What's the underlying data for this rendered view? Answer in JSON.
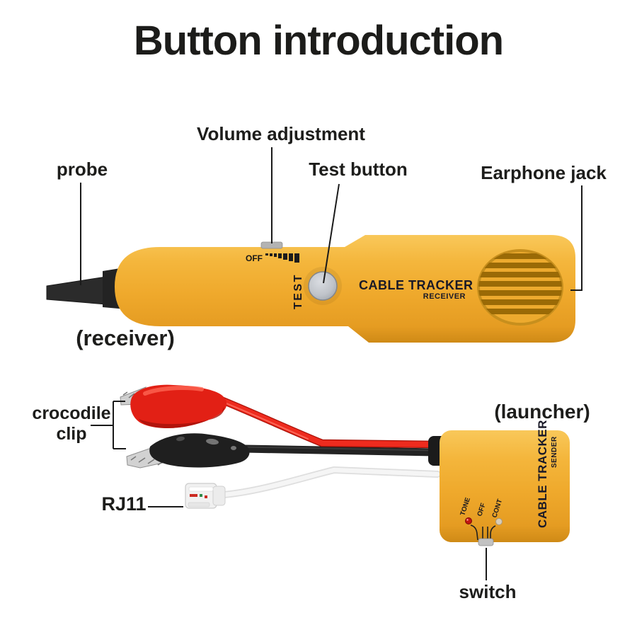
{
  "title": "Button introduction",
  "colors": {
    "device_yellow": "#efa92c",
    "clip_red": "#e6241a",
    "label_ink": "#1d1d1b",
    "print_ink": "#191927"
  },
  "receiver": {
    "label_probe": "probe",
    "label_volume": "Volume adjustment",
    "label_test": "Test button",
    "label_earphone": "Earphone jack",
    "caption": "(receiver)",
    "print_off": "OFF",
    "print_test": "TEST",
    "print_brand": "CABLE TRACKER",
    "print_model": "RECEIVER"
  },
  "sender": {
    "label_crocodile_1": "crocodile",
    "label_crocodile_2": "clip",
    "label_rj11": "RJ11",
    "caption": "(launcher)",
    "label_switch": "switch",
    "print_brand": "CABLE TRACKER",
    "print_model": "SENDER",
    "print_tone": "TONE",
    "print_off": "OFF",
    "print_cont": "CONT"
  }
}
